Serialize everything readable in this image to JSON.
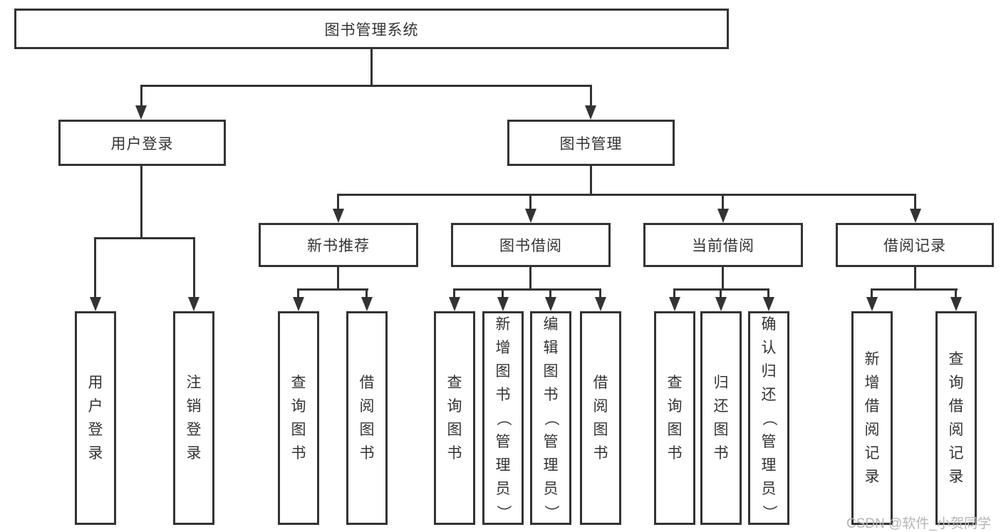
{
  "tree": {
    "root": {
      "label": "图书管理系统"
    },
    "branches": [
      {
        "label": "用户登录",
        "children": [
          {
            "label": "用户登录"
          },
          {
            "label": "注销登录"
          }
        ]
      },
      {
        "label": "图书管理",
        "groups": [
          {
            "label": "新书推荐",
            "children": [
              {
                "label": "查询图书"
              },
              {
                "label": "借阅图书"
              }
            ]
          },
          {
            "label": "图书借阅",
            "children": [
              {
                "label": "查询图书"
              },
              {
                "label": "新增图书（管理员）"
              },
              {
                "label": "编辑图书（管理员）"
              },
              {
                "label": "借阅图书"
              }
            ]
          },
          {
            "label": "当前借阅",
            "children": [
              {
                "label": "查询图书"
              },
              {
                "label": "归还图书"
              },
              {
                "label": "确认归还（管理员）"
              }
            ]
          },
          {
            "label": "借阅记录",
            "children": [
              {
                "label": "新增借阅记录"
              },
              {
                "label": "查询借阅记录"
              }
            ]
          }
        ]
      }
    ]
  },
  "watermark": {
    "text": "CSDN @软件_小贺同学"
  },
  "colors": {
    "line": "#333333",
    "text": "#333333",
    "watermark": "#b5b5b5",
    "background": "#ffffff"
  }
}
